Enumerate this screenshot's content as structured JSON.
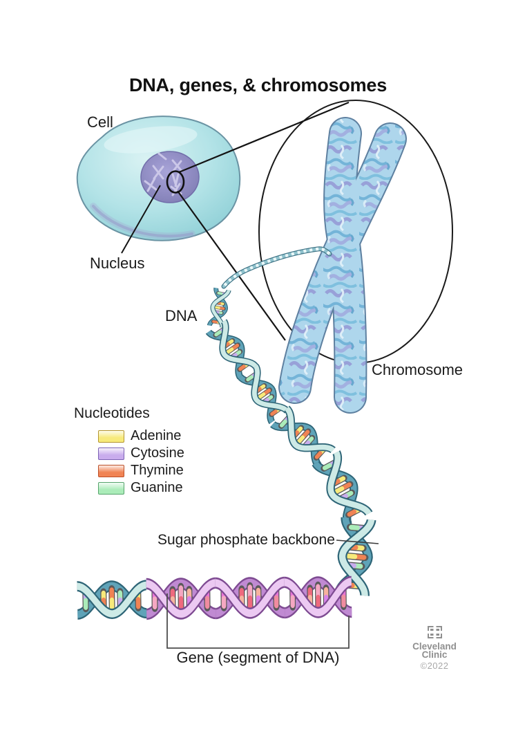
{
  "title": "DNA, genes, & chromosomes",
  "labels": {
    "cell": "Cell",
    "nucleus": "Nucleus",
    "dna": "DNA",
    "chromosome": "Chromosome",
    "sugar_phosphate_backbone": "Sugar phosphate backbone",
    "gene": "Gene (segment of DNA)"
  },
  "legend": {
    "heading": "Nucleotides",
    "items": [
      {
        "label": "Adenine",
        "color": "#f7ea7b",
        "border": "#b3952f"
      },
      {
        "label": "Cytosine",
        "color": "#c9aced",
        "border": "#7b62b4"
      },
      {
        "label": "Thymine",
        "color": "#f08354",
        "border": "#bb4f28"
      },
      {
        "label": "Guanine",
        "color": "#abecb9",
        "border": "#55a36b"
      }
    ]
  },
  "credit": {
    "line1": "Cleveland",
    "line2": "Clinic",
    "year": "©2022"
  },
  "palette": {
    "background": "#ffffff",
    "cell_fill": "#b3e3e7",
    "nucleus_fill": "#8a85bd",
    "chromosome_fill": "#aed6ec",
    "helix_front": "#cdeae6",
    "helix_back": "#5fa3b8",
    "gene_front": "#ecc9f2",
    "gene_back": "#c08ad2",
    "outline": "#141414"
  }
}
